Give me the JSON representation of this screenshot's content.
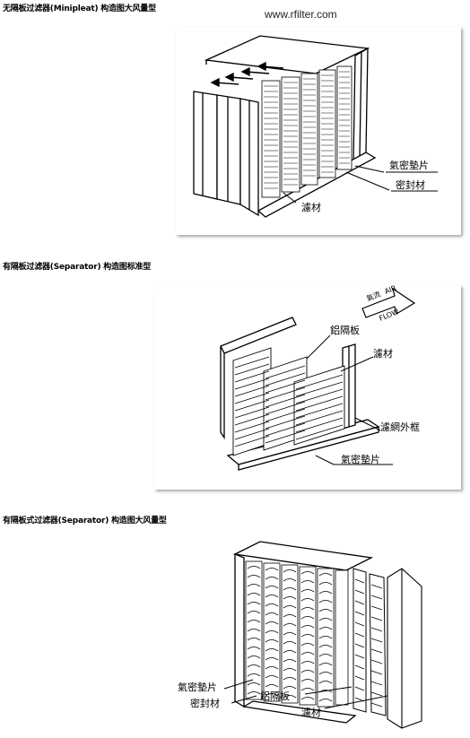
{
  "header": {
    "url": "www.rfilter.com"
  },
  "sections": [
    {
      "title": "无隔板过滤器(Minipleat) 构造图大风量型",
      "labels": {
        "gasket": "氣密墊片",
        "sealant": "密封材",
        "media": "濾材"
      }
    },
    {
      "title": "有隔板过滤器(Separator) 构造图标准型",
      "labels": {
        "airflow_cn": "氣流",
        "airflow_en": "AIR",
        "flow": "FLOW",
        "separator": "鋁隔板",
        "media": "濾材",
        "frame": "濾網外框",
        "gasket": "氣密墊片"
      }
    },
    {
      "title": "有隔板式过滤器(Separator) 构造图大风量型",
      "labels": {
        "gasket": "氣密墊片",
        "sealant": "密封材",
        "separator": "鋁隔板",
        "media": "濾材"
      }
    }
  ]
}
